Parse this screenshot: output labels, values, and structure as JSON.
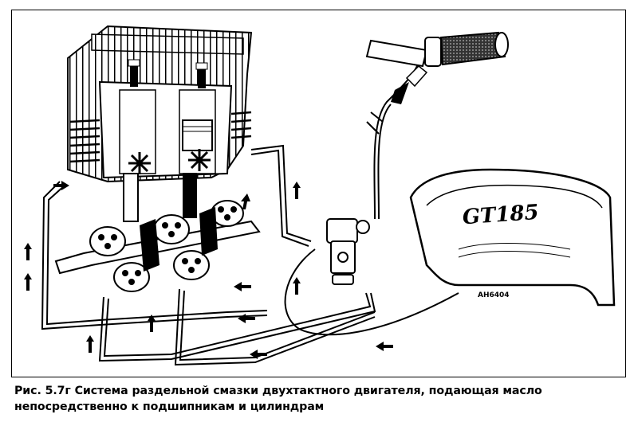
{
  "figure": {
    "tank_badge": "GT185",
    "part_number": "AH6404"
  },
  "caption": {
    "line1": "Рис. 5.7г Система раздельной смазки двухтактного двигателя, подающая масло",
    "line2": "непосредственно к подшипникам и цилиндрам"
  },
  "colors": {
    "ink": "#000000",
    "background": "#ffffff"
  }
}
